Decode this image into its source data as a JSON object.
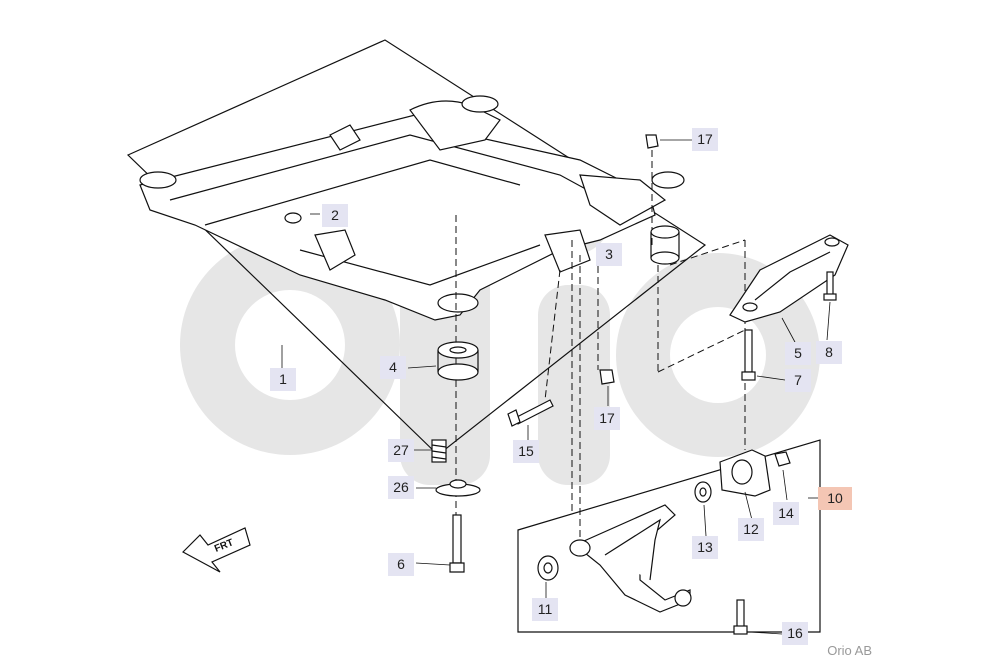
{
  "diagram": {
    "accent_color": "#f4c6b4",
    "label_color": "#e4e4f2",
    "watermark": "orio",
    "copyright": "Orio AB",
    "direction_badge": "FRT",
    "callouts": {
      "c1": "1",
      "c2": "2",
      "c3": "3",
      "c4": "4",
      "c5": "5",
      "c6": "6",
      "c7": "7",
      "c8": "8",
      "c10": "10",
      "c11": "11",
      "c12": "12",
      "c13": "13",
      "c14": "14",
      "c15": "15",
      "c16": "16",
      "c17a": "17",
      "c17b": "17",
      "c26": "26",
      "c27": "27"
    }
  }
}
